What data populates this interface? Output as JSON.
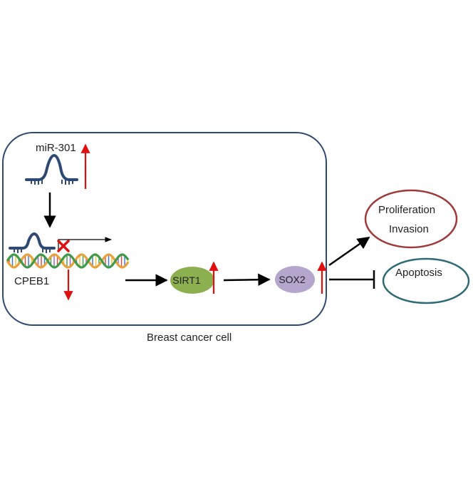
{
  "labels": {
    "mirna": "miR-301",
    "gene": "CPEB1",
    "sirt1": "SIRT1",
    "sox2": "SOX2",
    "proliferation": "Proliferation",
    "invasion": "Invasion",
    "apoptosis": "Apoptosis",
    "cell": "Breast cancer cell"
  },
  "colors": {
    "cell_border": "#2f4a72",
    "mirna_shape": "#2f4a72",
    "up_arrow": "#e01010",
    "down_arrow": "#e01010",
    "block_mark": "#e01010",
    "sirt1_fill": "#8cb050",
    "sox2_fill": "#b4a6cc",
    "proliferation_border": "#9e3a3a",
    "apoptosis_border": "#2e6b74",
    "dna_orange": "#e8a23a",
    "dna_green": "#3e9b4a",
    "flow_arrow": "#000000"
  },
  "regulation": {
    "mirna": "up",
    "gene": "down",
    "sirt1": "up",
    "sox2": "up"
  }
}
